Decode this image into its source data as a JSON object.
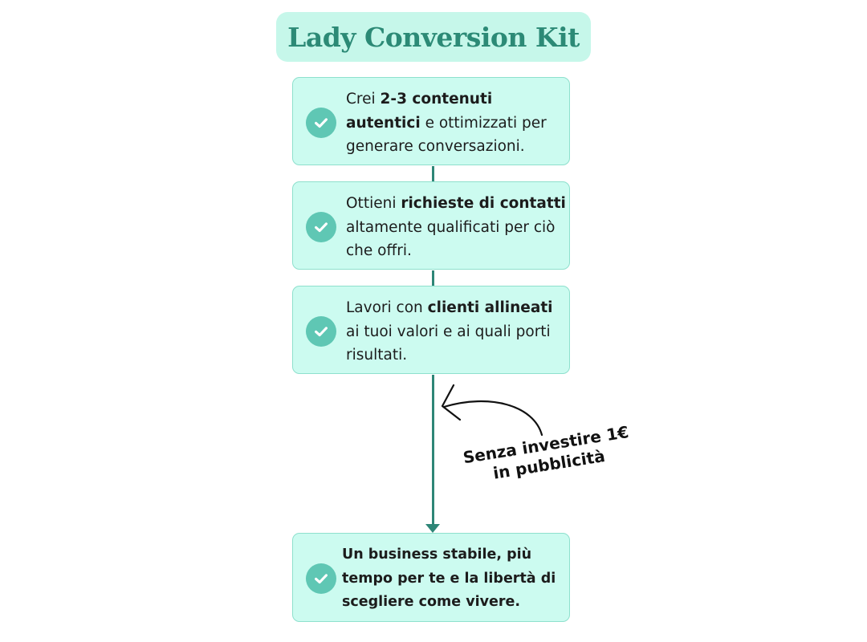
{
  "title": "Lady Conversion Kit",
  "colors": {
    "title_bg": "#c6f7ea",
    "title_text": "#2c8a76",
    "card_bg": "#ccfbf0",
    "card_border": "#8ee0cd",
    "check_bg": "#5fc7b4",
    "connector": "#2e8677",
    "annotation_text": "#111111"
  },
  "steps": [
    {
      "icon": "check-circle-icon",
      "parts": [
        {
          "text": "Crei ",
          "bold": false
        },
        {
          "text": "2-3 contenuti autentici",
          "bold": true
        },
        {
          "text": " e ottimizzati per generare conversazioni.",
          "bold": false
        }
      ]
    },
    {
      "icon": "check-circle-icon",
      "parts": [
        {
          "text": "Ottieni ",
          "bold": false
        },
        {
          "text": "richieste di contatti",
          "bold": true
        },
        {
          "text": " altamente qualificati per ciò che offri.",
          "bold": false
        }
      ]
    },
    {
      "icon": "check-circle-icon",
      "parts": [
        {
          "text": "Lavori con ",
          "bold": false
        },
        {
          "text": "clienti allineati",
          "bold": true
        },
        {
          "text": " ai tuoi valori e ai quali porti risultati.",
          "bold": false
        }
      ]
    }
  ],
  "annotation": {
    "line1": "Senza investire 1€",
    "line2": "in pubblicità"
  },
  "final_step": {
    "icon": "check-circle-icon",
    "text": "Un business stabile, più tempo per te e la libertà di scegliere come vivere."
  }
}
